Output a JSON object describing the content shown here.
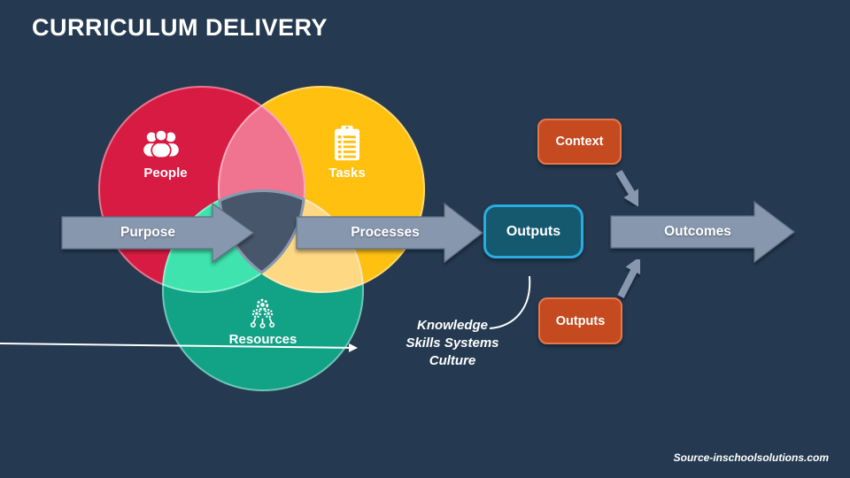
{
  "slide": {
    "title": "CURRICULUM DELIVERY",
    "source": "Source-inschoolsolutions.com",
    "background_color": "#253A51"
  },
  "venn": {
    "people": {
      "label": "People",
      "color": "#D81B42",
      "icon": "people-group-icon"
    },
    "tasks": {
      "label": "Tasks",
      "color": "#FFC010",
      "icon": "clipboard-checklist-icon"
    },
    "resources": {
      "label": "Resources",
      "color": "#12A285",
      "icon": "gears-network-icon"
    },
    "overlap_colors": {
      "people_tasks": "#F0738F",
      "people_resources": "#3EE3AD",
      "tasks_resources": "#FFD883",
      "center": "#47566A",
      "center_outline": "#8A99B0"
    }
  },
  "flow": {
    "arrow_color": "#8697AE",
    "purpose": {
      "label": "Purpose"
    },
    "processes": {
      "label": "Processes"
    },
    "outputs": {
      "label": "Outputs"
    },
    "outcomes": {
      "label": "Outcomes"
    }
  },
  "side_boxes": {
    "context": {
      "label": "Context",
      "fill": "#C54A20",
      "border": "#E4784E"
    },
    "outputs": {
      "label": "Outputs",
      "fill": "#C54A20",
      "border": "#E4784E"
    }
  },
  "outputs_box_style": {
    "fill": "#15596E",
    "border": "#2AACE0"
  },
  "annotation": {
    "line1": "Knowledge",
    "line2": "Skills Systems",
    "line3": "Culture"
  }
}
